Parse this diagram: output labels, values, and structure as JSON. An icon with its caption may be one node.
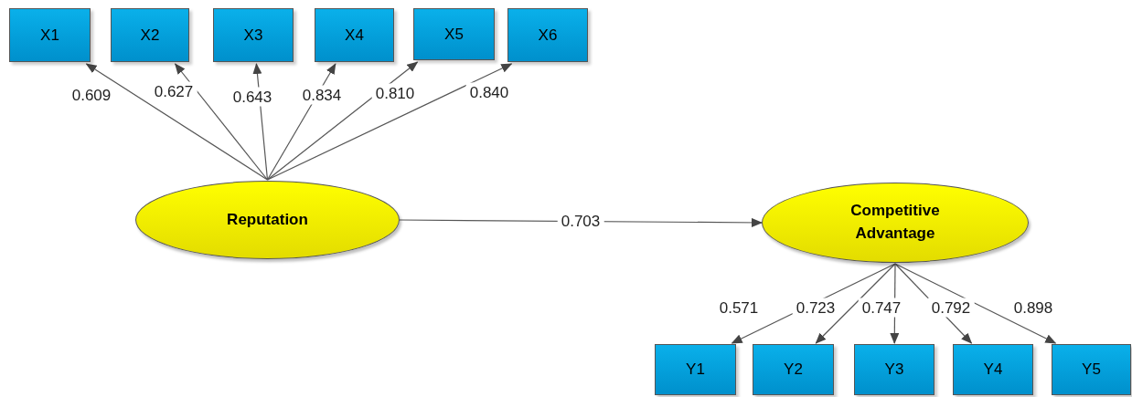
{
  "diagram": {
    "nodes": [
      {
        "text": [
          "X1"
        ]
      },
      {
        "text": [
          "X2"
        ]
      },
      {
        "text": [
          "X3"
        ]
      },
      {
        "text": [
          "X4"
        ]
      },
      {
        "text": [
          "X5"
        ]
      },
      {
        "text": [
          "X6"
        ]
      },
      {
        "text": [
          "Reputation"
        ]
      },
      {
        "text": [
          "Competitive Advantage"
        ]
      },
      {
        "text": [
          "Y1"
        ]
      },
      {
        "text": [
          "Y2"
        ]
      },
      {
        "text": [
          "Y3"
        ]
      },
      {
        "text": [
          "Y4"
        ]
      },
      {
        "text": [
          "Y5"
        ]
      }
    ],
    "edges": [
      {
        "from": 6,
        "to": 0,
        "arrow": "to",
        "label": "0.609"
      },
      {
        "from": 6,
        "to": 1,
        "arrow": "to",
        "label": "0.627"
      },
      {
        "from": 6,
        "to": 2,
        "arrow": "to",
        "label": "0.643"
      },
      {
        "from": 6,
        "to": 3,
        "arrow": "to",
        "label": "0.834"
      },
      {
        "from": 6,
        "to": 4,
        "arrow": "to",
        "label": "0.810"
      },
      {
        "from": 6,
        "to": 5,
        "arrow": "to",
        "label": "0.840"
      },
      {
        "from": 6,
        "to": 7,
        "arrow": "to",
        "label": "0.703"
      },
      {
        "from": 7,
        "to": 8,
        "arrow": "to",
        "label": "0.571"
      },
      {
        "from": 7,
        "to": 9,
        "arrow": "to",
        "label": "0.723"
      },
      {
        "from": 7,
        "to": 10,
        "arrow": "to",
        "label": "0.747"
      },
      {
        "from": 7,
        "to": 11,
        "arrow": "to",
        "label": "0.792"
      },
      {
        "from": 7,
        "to": 12,
        "arrow": "to",
        "label": "0.898"
      }
    ]
  }
}
